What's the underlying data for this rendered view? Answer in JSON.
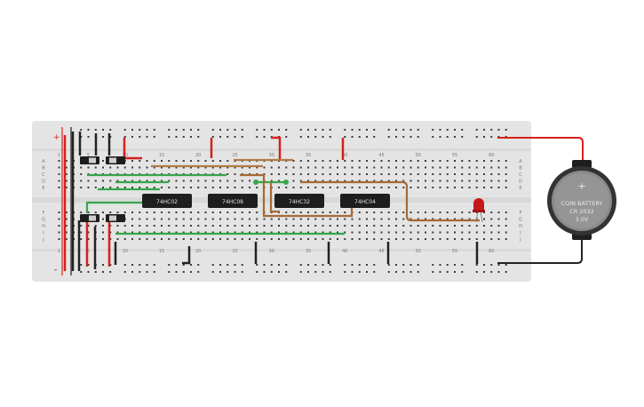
{
  "title": "Breadboard circuit",
  "colors": {
    "board": "#e4e4e4",
    "hole": "#3a3a3a",
    "rail_red": "#d6201b",
    "rail_black": "#222222",
    "wire_red": "#d6201b",
    "wire_black": "#222222",
    "wire_green": "#35a64a",
    "wire_brown": "#a66a36",
    "wire_tan": "#b07c45",
    "chip": "#1e1e1e",
    "battery": "#8a8a8a",
    "led": "#c8171a"
  },
  "board": {
    "column_labels": [
      "1",
      "5",
      "10",
      "15",
      "20",
      "25",
      "30",
      "35",
      "40",
      "45",
      "50",
      "55",
      "60"
    ],
    "row_labels_top": [
      "A",
      "B",
      "C",
      "D",
      "E"
    ],
    "row_labels_bottom": [
      "F",
      "G",
      "H",
      "I",
      "J"
    ],
    "rail_plus": "+",
    "rail_minus": "-"
  },
  "chips": [
    {
      "label": "74HC02"
    },
    {
      "label": "74HC08"
    },
    {
      "label": "74HC32"
    },
    {
      "label": "74HC04"
    }
  ],
  "battery": {
    "polarity": "+",
    "line1": "COIN BATTERY",
    "line2": "CR 2032",
    "line3": "3.0V"
  }
}
